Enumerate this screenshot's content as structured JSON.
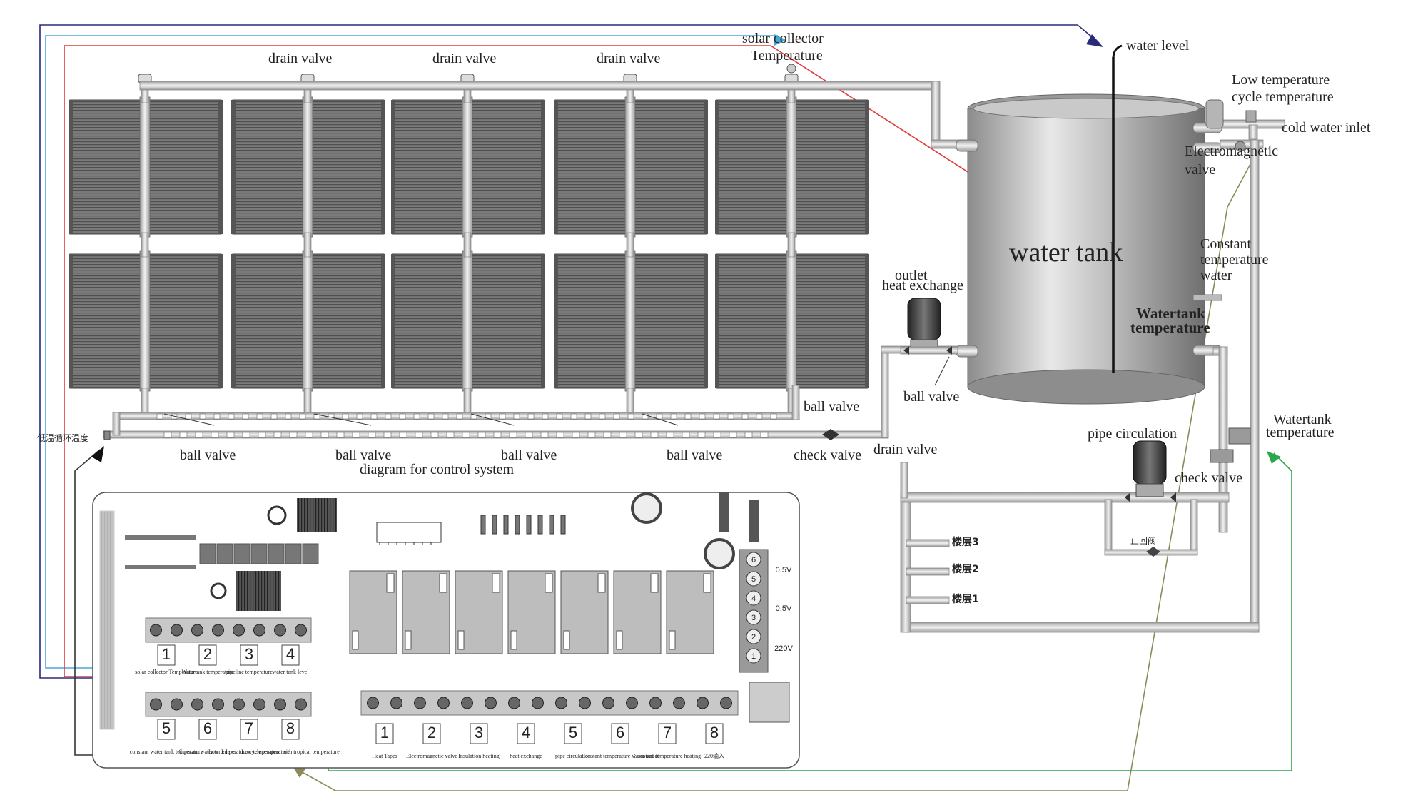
{
  "labels": {
    "drain_valve": "drain valve",
    "solar_collector_temp_1": "solar collector",
    "solar_collector_temp_2": "Temperature",
    "water_level": "water level",
    "low_temp_1": "Low temperature",
    "low_temp_2": "cycle temperature",
    "cold_water_inlet": "cold water inlet",
    "electromagnetic_1": "Electromagnetic",
    "electromagnetic_2": "valve",
    "water_tank": "water tank",
    "constant_1": "Constant",
    "constant_2": "temperature",
    "constant_3": "water",
    "watertank_temp_1": "Watertank",
    "watertank_temp_2": "temperature",
    "outlet": "outlet",
    "heat_exchange": "heat exchange",
    "ball_valve": "ball valve",
    "check_valve": "check valve",
    "pipe_circulation": "pipe circulation",
    "watertank_temperature_right_1": "Watertank",
    "watertank_temperature_right_2": "temperature",
    "low_cycle_cn": "低温循环温度",
    "diagram_title": "diagram for control system",
    "floor3": "楼层3",
    "floor2": "楼层2",
    "floor1": "楼层1",
    "check_valve_cn": "止回阀"
  },
  "controller": {
    "left_block_top_numbers": [
      "1",
      "2",
      "3",
      "4"
    ],
    "left_block_top_captions": [
      "solar collector Temperature",
      "Watertank temperature",
      "pipeline temperature",
      "water tank level"
    ],
    "left_block_bottom_numbers": [
      "5",
      "6",
      "7",
      "8"
    ],
    "left_block_bottom_captions": [
      "constant water tank temperature",
      "Constant water tank level",
      "Low temperature cycle temperature",
      "Low temperature with tropical temperature"
    ],
    "output_numbers": [
      "1",
      "2",
      "3",
      "4",
      "5",
      "6",
      "7",
      "8"
    ],
    "output_captions": [
      "Heat Tapes",
      "Electromagnetic valve",
      "Insulation heating",
      "heat exchange",
      "pipe circulation",
      "Constant temperature water outlet",
      "Constant temperature heating",
      "220输入"
    ],
    "pin_numbers": [
      "6",
      "5",
      "4",
      "3",
      "2",
      "1"
    ],
    "pin_labels": [
      "0.5V",
      "0.5V",
      "220V"
    ]
  },
  "colors": {
    "red_wire": "#e23b3b",
    "blue_wire": "#4aa8d8",
    "navy_wire": "#2a2a7a",
    "green_wire": "#2aa84a",
    "olive_wire": "#8a8a5a",
    "dark_wire": "#333333",
    "pipe": "#c9c9c9",
    "panel": "#6e6e6e"
  }
}
